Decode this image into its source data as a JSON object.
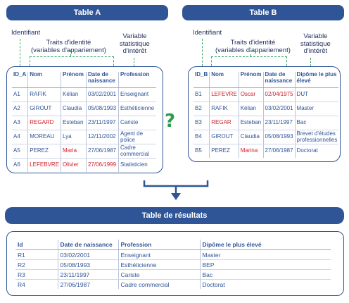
{
  "titles": {
    "table_a": "Table A",
    "table_b": "Table B",
    "results": "Table de résultats"
  },
  "labels": {
    "identifiant": "Identifiant",
    "traits_1": "Traits d'identité",
    "traits_2": "(variables d'appariement)",
    "variable_1": "Variable",
    "variable_2": "statistique",
    "variable_3": "d'intérêt"
  },
  "question_mark": "?",
  "table_a": {
    "headers": [
      "ID_A",
      "Nom",
      "Prénom",
      "Date de naissance",
      "Profession"
    ],
    "rows": [
      {
        "id": "A1",
        "nom": "RAFIK",
        "prenom": "Kélian",
        "date": "03/02/2001",
        "var": "Enseignant",
        "red": []
      },
      {
        "id": "A2",
        "nom": "GIROUT",
        "prenom": "Claudia",
        "date": "05/08/1993",
        "var": "Esthéticienne",
        "red": []
      },
      {
        "id": "A3",
        "nom": "REGARD",
        "prenom": "Esteban",
        "date": "23/11/1997",
        "var": "Cariste",
        "red": [
          "nom"
        ]
      },
      {
        "id": "A4",
        "nom": "MOREAU",
        "prenom": "Lya",
        "date": "12/11/2002",
        "var": "Agent de police",
        "red": []
      },
      {
        "id": "A5",
        "nom": "PEREZ",
        "prenom": "Maria",
        "date": "27/06/1987",
        "var": "Cadre commercial",
        "red": [
          "prenom"
        ]
      },
      {
        "id": "A6",
        "nom": "LEFEBVRE",
        "prenom": "Olivier",
        "date": "27/06/1999",
        "var": "Statisticien",
        "red": [
          "nom",
          "prenom",
          "date"
        ]
      }
    ]
  },
  "table_b": {
    "headers": [
      "ID_B",
      "Nom",
      "Prénom",
      "Date de naissance",
      "Dipôme le plus élevé"
    ],
    "rows": [
      {
        "id": "B1",
        "nom": "LEFEVRE",
        "prenom": "Oscar",
        "date": "02/04/1975",
        "var": "DUT",
        "red": [
          "nom",
          "prenom",
          "date"
        ]
      },
      {
        "id": "B2",
        "nom": "RAFIK",
        "prenom": "Kélian",
        "date": "03/02/2001",
        "var": "Master",
        "red": []
      },
      {
        "id": "B3",
        "nom": "REGAR",
        "prenom": "Esteban",
        "date": "23/11/1997",
        "var": "Bac",
        "red": [
          "nom"
        ]
      },
      {
        "id": "B4",
        "nom": "GIROUT",
        "prenom": "Claudia",
        "date": "05/08/1993",
        "var": "Brevet d'études professionnelles",
        "red": []
      },
      {
        "id": "B5",
        "nom": "PEREZ",
        "prenom": "Marina",
        "date": "27/06/1987",
        "var": "Doctorat",
        "red": [
          "prenom"
        ]
      }
    ]
  },
  "results": {
    "headers": [
      "Id",
      "Date de naissance",
      "Profession",
      "Dipôme le plus élevé"
    ],
    "rows": [
      [
        "R1",
        "03/02/2001",
        "Enseignant",
        "Master"
      ],
      [
        "R2",
        "05/08/1993",
        "Esthéticienne",
        "BEP"
      ],
      [
        "R3",
        "23/11/1997",
        "Cariste",
        "Bac"
      ],
      [
        "R4",
        "27/06/1987",
        "Cadre commercial",
        "Doctorat"
      ]
    ]
  },
  "colors": {
    "accent": "#2f5597",
    "highlight": "#d21e2b",
    "dashed": "#3aa66a",
    "question": "#2e9b4f"
  }
}
